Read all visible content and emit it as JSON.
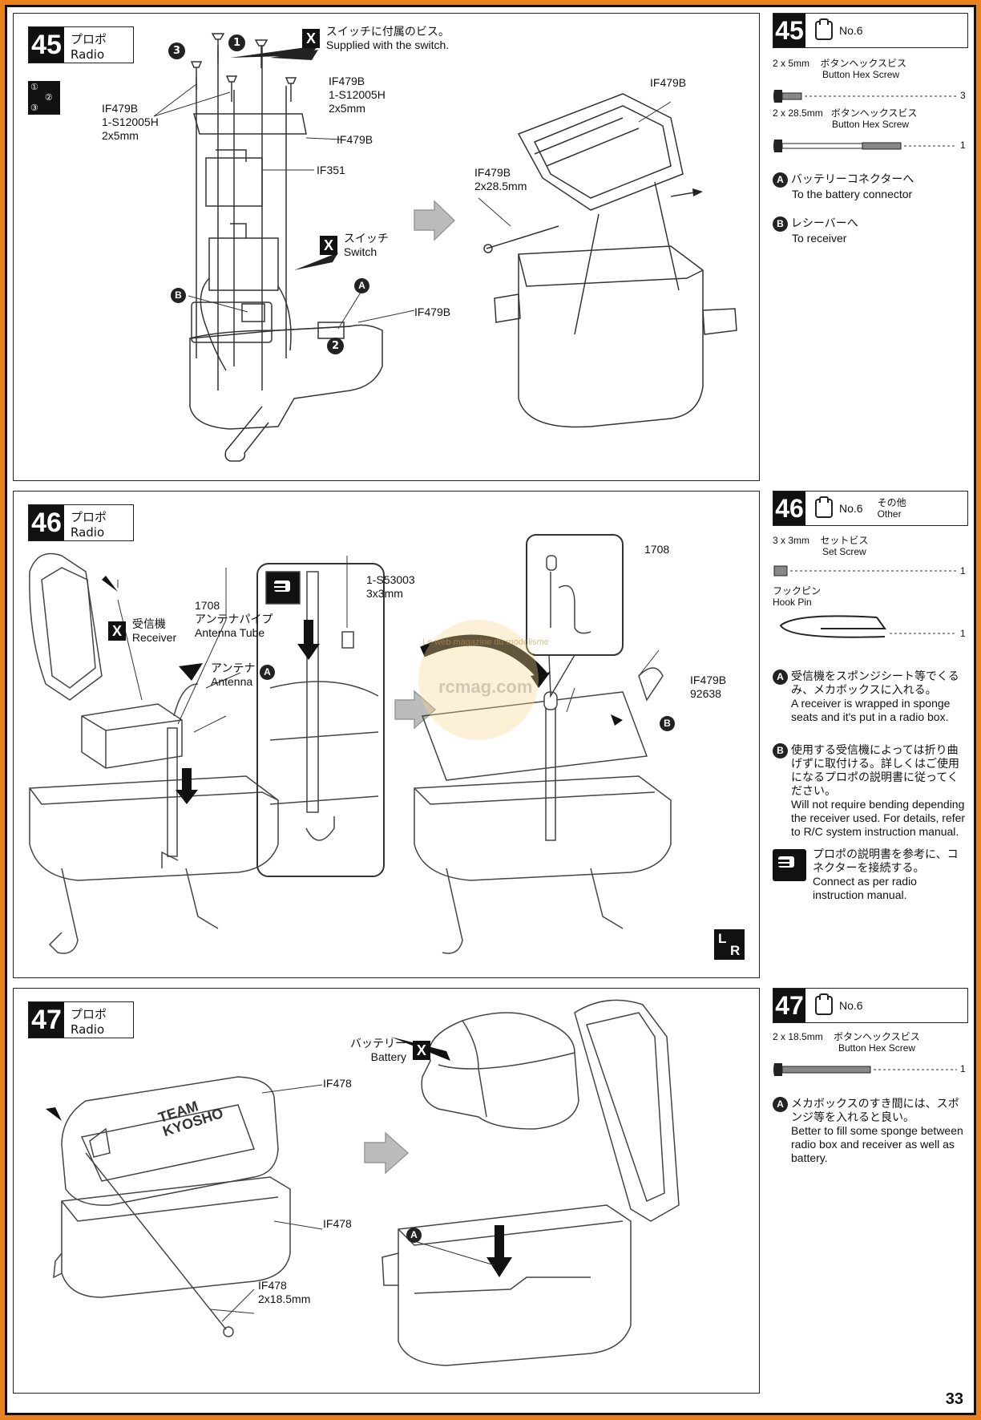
{
  "page_number": "33",
  "step45": {
    "num": "45",
    "jp": "プロポ",
    "en": "Radio",
    "switch_note_jp": "スイッチに付属のビス。",
    "switch_note_en": "Supplied with the switch.",
    "x": "X",
    "order_icon": [
      "①",
      "②",
      "③"
    ],
    "labels": {
      "screws_left": [
        "IF479B",
        "1-S12005H",
        "2x5mm"
      ],
      "screws_right": [
        "IF479B",
        "1-S12005H",
        "2x5mm"
      ],
      "plate": "IF479B",
      "servo": "IF351",
      "switch_jp": "スイッチ",
      "switch_en": "Switch",
      "box": "IF479B",
      "lid": "IF479B",
      "pin": [
        "IF479B",
        "2x28.5mm"
      ],
      "a": "A",
      "b": "B",
      "n1": "1",
      "n2": "2",
      "n3": "3"
    },
    "side": {
      "num": "45",
      "bag": "No.6",
      "parts": [
        {
          "size": "2 x 5mm",
          "jp": "ボタンヘックスビス",
          "en": "Button Hex Screw",
          "qty": "3"
        },
        {
          "size": "2 x 28.5mm",
          "jp": "ボタンヘックスビス",
          "en": "Button Hex Screw",
          "qty": "1"
        }
      ],
      "notes": [
        {
          "mark": "A",
          "jp": "バッテリーコネクターへ",
          "en": "To the battery connector"
        },
        {
          "mark": "B",
          "jp": "レシーバーへ",
          "en": "To receiver"
        }
      ]
    }
  },
  "step46": {
    "num": "46",
    "jp": "プロポ",
    "en": "Radio",
    "labels": {
      "receiver_jp": "受信機",
      "receiver_en": "Receiver",
      "x": "X",
      "tube": [
        "1708",
        "アンテナパイプ",
        "Antenna Tube"
      ],
      "antenna_jp": "アンテナ",
      "antenna_en": "Antenna",
      "set_screw": [
        "1-S53003",
        "3x3mm"
      ],
      "callout_part": "1708",
      "hook": [
        "IF479B",
        "92638"
      ],
      "a": "A",
      "b": "B",
      "watermark_top": "Le web magazine du modelisme",
      "watermark_site": "rcmag.com",
      "lr_l": "L",
      "lr_r": "R"
    },
    "side": {
      "num": "46",
      "bag": "No.6",
      "other_jp": "その他",
      "other_en": "Other",
      "parts": [
        {
          "size": "3 x 3mm",
          "jp": "セットビス",
          "en": "Set Screw",
          "qty": "1"
        },
        {
          "size": "",
          "jp": "フックピン",
          "en": "Hook Pin",
          "qty": "1"
        }
      ],
      "notes": [
        {
          "mark": "A",
          "jp": "受信機をスポンジシート等でくるみ、メカボックスに入れる。",
          "en": "A receiver is wrapped in sponge seats and it's put in a radio box."
        },
        {
          "mark": "B",
          "jp": "使用する受信機によっては折り曲げずに取付ける。詳しくはご使用になるプロポの説明書に従ってください。",
          "en": "Will not require bending depending the receiver used. For details, refer to R/C system instruction manual."
        },
        {
          "mark": "hand",
          "jp": "プロポの説明書を参考に、コネクターを接続する。",
          "en": "Connect as per radio instruction manual."
        }
      ]
    }
  },
  "step47": {
    "num": "47",
    "jp": "プロポ",
    "en": "Radio",
    "labels": {
      "battery_jp": "バッテリー",
      "battery_en": "Battery",
      "x": "X",
      "lid": "IF478",
      "box": "IF478",
      "pin": [
        "IF478",
        "2x18.5mm"
      ],
      "lid_logo_1": "TEAM",
      "lid_logo_2": "KYOSHO",
      "a": "A"
    },
    "side": {
      "num": "47",
      "bag": "No.6",
      "parts": [
        {
          "size": "2 x 18.5mm",
          "jp": "ボタンヘックスビス",
          "en": "Button Hex Screw",
          "qty": "1"
        }
      ],
      "notes": [
        {
          "mark": "A",
          "jp": "メカボックスのすき間には、スポンジ等を入れると良い。",
          "en": "Better to fill some sponge between radio box and receiver as well as battery."
        }
      ]
    }
  }
}
